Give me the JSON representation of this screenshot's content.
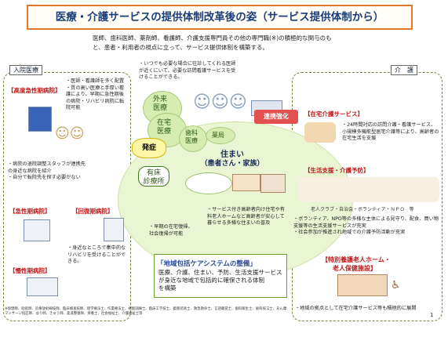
{
  "title": "医療・介護サービスの提供体制改革後の姿（サービス提供体制から）",
  "intro": [
    "医師、歯科医師、薬剤師、看護師、介護支援専門員その他の専門職(※)の積極的な関与のも",
    "と、患者・利用者の視点に立って、サービス提供体制を構築する。"
  ],
  "left_header": "入院医療",
  "right_header": "介　護",
  "acute": {
    "label": "【高度急性期病院】",
    "notes": [
      "・医師・看護師を多く配置",
      "・質の高い医療と手厚い看護により、早期に急性期後の病院・リハビリ病院に転院可能"
    ]
  },
  "coordination": [
    "・病院の退院調整スタッフが連携先の身近な病院を紹介",
    "・自分で転院先を探す必要がない"
  ],
  "general_acute": "【急性期病院】",
  "recovery": "【回復期病院】",
  "recovery_note": [
    "・身近なところで集中的なリハビリを受けることができる。"
  ],
  "chronic": "【慢性期病院】",
  "clinic_note": [
    "・いつでも必要な場合に往診してくれる医師が近くにいて、必要な訪問看護サービスを受けることができる。"
  ],
  "outpatient": "外来\n医療",
  "home_med": "在宅\n医療",
  "dental": "歯科\n医療",
  "pharmacy": "薬局",
  "onset": "発症",
  "bed_clinic": "有床\n診療所",
  "home": [
    "住まい",
    "（患者さん・家族）"
  ],
  "link": "連携強化",
  "housing_note": [
    "・サービス付き高齢者向け住宅や有料老人ホームなど高齢者が安心して暮らせる多様な住まいの普及"
  ],
  "early_note": [
    "・早期の在宅復帰、社会復帰が可能"
  ],
  "care_services": {
    "label": "【在宅介護サービス】",
    "notes": [
      "・24時間対応の訪問介護・看護サービス、小規模多機能型居宅介護等により、高齢者の在宅生活を支援"
    ]
  },
  "life_support": {
    "label": "【生活支援・介護予防】",
    "groups": "老人クラブ・自治会・ボランティア・ＮＰＯ　等",
    "notes": [
      "・ボランティア、NPO等の多様な主体による見守り、配食、買い物支援等の生活支援サービスが充実",
      "・社会参加が推進され地域での介護予防活動が充実"
    ]
  },
  "nursing_home": {
    "label": [
      "【特別養護老人ホーム・",
      "老人保健施設】"
    ],
    "note": "・地域の拠点として在宅介護サービス等も積極的に展開"
  },
  "community": {
    "label": "「地域包括ケアシステムの整備」",
    "text": [
      "医療、介護、住まい、予防、生活支援サービス",
      "が身近な地域で包括的に確保される体制",
      "を構築"
    ]
  },
  "footnote": "※保健師、助産師、診療放射線技師、臨床検査技師、理学療法士、作業療法士、視能訓練士、臨床工学技士、義肢装具士、救急救命士、言語聴覚士、歯科衛生士、歯科技工士、あん摩マッサージ指圧師、はり師、きゅう師、柔道整復師、栄養士、社会福祉士、介護福祉士等",
  "page_number": "1",
  "colors": {
    "title_border": "#e07a2a",
    "title_text": "#1a3f7a",
    "label_red": "#c01818",
    "green": "#d6ecb0",
    "link_red": "#d63a3a"
  }
}
